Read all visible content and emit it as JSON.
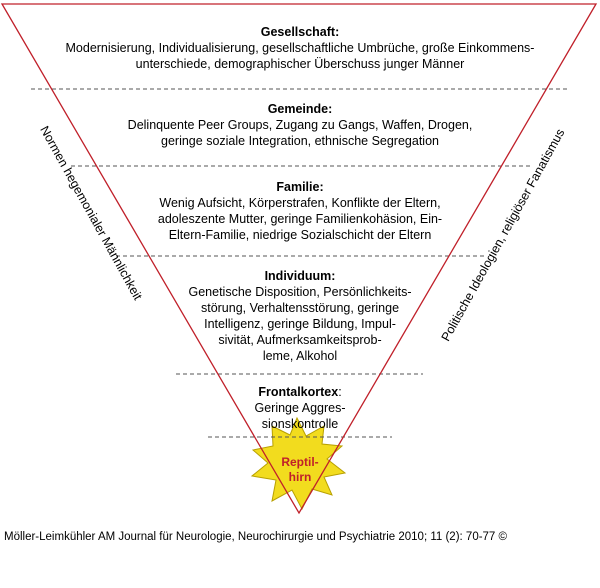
{
  "levels": [
    {
      "heading": "Gesellschaft:",
      "lines": [
        "Modernisierung, Individualisierung, gesellschaftliche Umbrüche, große Einkommens-",
        "unterschiede, demographischer Überschuss junger Männer"
      ]
    },
    {
      "heading": "Gemeinde:",
      "lines": [
        "Delinquente Peer Groups, Zugang zu Gangs, Waffen, Drogen,",
        "geringe soziale Integration, ethnische Segregation"
      ]
    },
    {
      "heading": "Familie:",
      "lines": [
        "Wenig Aufsicht, Körperstrafen, Konflikte der Eltern,",
        "adoleszente Mutter, geringe Familienkohäsion, Ein-",
        "Eltern-Familie, niedrige Sozialschicht der Eltern"
      ]
    },
    {
      "heading": "Individuum:",
      "lines": [
        "Genetische Disposition, Persönlichkeits-",
        "störung, Verhaltensstörung, geringe",
        "Intelligenz, geringe Bildung, Impul-",
        "sivität, Aufmerksamkeitsprob-",
        "leme, Alkohol"
      ]
    },
    {
      "heading": "Frontalkortex",
      "heading_suffix": ":",
      "lines": [
        "Geringe Aggres-",
        "sionskontrolle"
      ]
    }
  ],
  "core": {
    "lines": [
      "Reptil-",
      "hirn"
    ]
  },
  "left_side_label": "Normen hegemonialer Männlichkeit",
  "right_side_label": "Politische Ideologien, religiöser Fanatismus",
  "credit": "Möller-Leimkühler AM Journal für Neurologie, Neurochirurgie und Psychiatrie 2010; 11 (2): 70-77 ©",
  "colors": {
    "triangle_stroke": "#c0202a",
    "divider": "#555555",
    "burst_fill": "#f2dc1e",
    "burst_stroke": "#b8a000",
    "core_text": "#c0202a"
  }
}
